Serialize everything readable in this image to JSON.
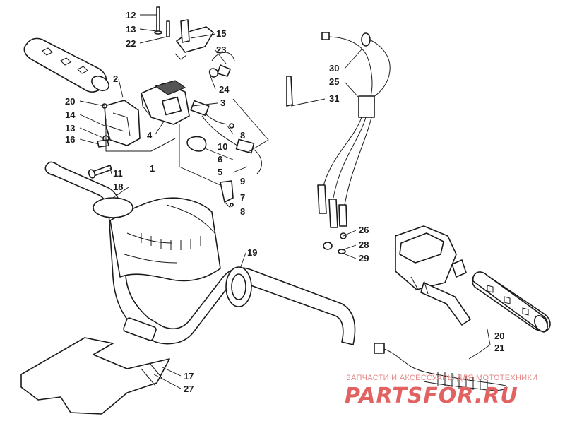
{
  "callouts": {
    "c12": "12",
    "c13a": "13",
    "c22": "22",
    "c15": "15",
    "c23": "23",
    "c24": "24",
    "c2": "2",
    "c3": "3",
    "c20a": "20",
    "c14": "14",
    "c13b": "13",
    "c16": "16",
    "c4": "4",
    "c1": "1",
    "c8a": "8",
    "c10": "10",
    "c6": "6",
    "c5": "5",
    "c9": "9",
    "c7": "7",
    "c8b": "8",
    "c11": "11",
    "c18": "18",
    "c19": "19",
    "c30": "30",
    "c25": "25",
    "c31": "31",
    "c26": "26",
    "c28": "28",
    "c29": "29",
    "c20b": "20",
    "c21": "21",
    "c17": "17",
    "c27": "27"
  },
  "watermark": {
    "tagline": "ЗАПЧАСТИ И АКСЕССУАРЫ ДЛЯ МОТОТЕХНИКИ",
    "logo": "PARTSFOR.RU"
  }
}
